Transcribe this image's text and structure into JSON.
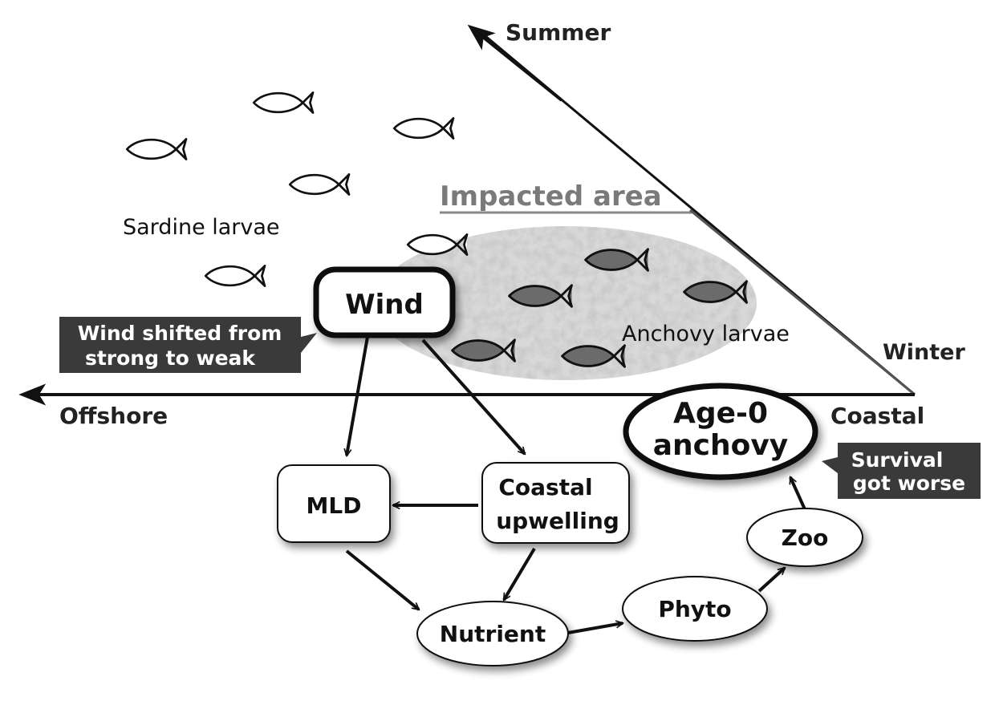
{
  "axes": {
    "summer": "Summer",
    "winter": "Winter",
    "offshore": "Offshore",
    "coastal": "Coastal"
  },
  "labels": {
    "impacted_area": "Impacted area",
    "sardine_larvae": "Sardine larvae",
    "anchovy_larvae": "Anchovy larvae"
  },
  "nodes": {
    "wind": "Wind",
    "mld": "MLD",
    "upwelling_line1": "Coastal",
    "upwelling_line2": "upwelling",
    "nutrient": "Nutrient",
    "phyto": "Phyto",
    "zoo": "Zoo",
    "age0_line1": "Age-0",
    "age0_line2": "anchovy"
  },
  "callouts": {
    "wind_line1": "Wind shifted from",
    "wind_line2": "strong to weak",
    "survival_line1": "Survival",
    "survival_line2": "got worse"
  },
  "colors": {
    "text": "#222222",
    "callout_bg": "#3a3a3a",
    "callout_text": "#ffffff",
    "impacted_title": "#7a7a7a",
    "anchovy_fish": "#6b6b6b"
  }
}
